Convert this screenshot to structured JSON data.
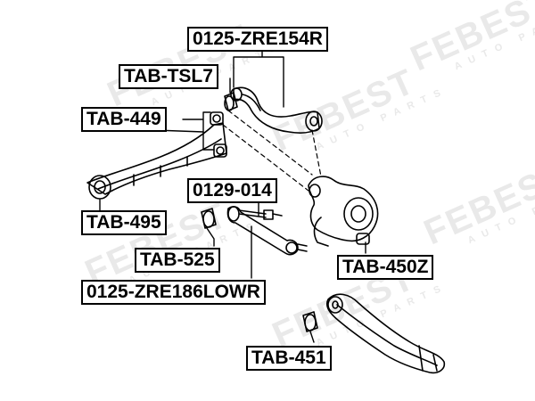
{
  "watermark": {
    "brand": "FEBEST",
    "tagline": "AUTO PARTS"
  },
  "labels": {
    "tab_tsl7": "TAB-TSL7",
    "tab_449": "TAB-449",
    "tab_495": "TAB-495",
    "tab_525": "TAB-525",
    "tab_450z": "TAB-450Z",
    "tab_451": "TAB-451",
    "p0125_zre154r": "0125-ZRE154R",
    "p0129_014": "0129-014",
    "p0125_zre186lowr": "0125-ZRE186LOWR"
  }
}
